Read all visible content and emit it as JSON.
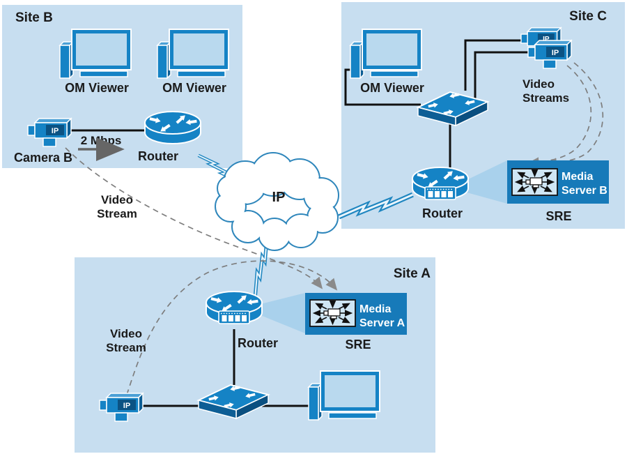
{
  "ip_badge": "IP",
  "cloud": {
    "label": "IP"
  },
  "site_b": {
    "title": "Site B",
    "viewer1_label": "OM Viewer",
    "viewer2_label": "OM Viewer",
    "camera_label": "Camera B",
    "bandwidth_label": "2 Mbps",
    "router_label": "Router",
    "stream_label_line1": "Video",
    "stream_label_line2": "Stream"
  },
  "site_c": {
    "title": "Site C",
    "viewer_label": "OM Viewer",
    "streams_label_line1": "Video",
    "streams_label_line2": "Streams",
    "router_label": "Router",
    "media_server_line1": "Media",
    "media_server_line2": "Server B",
    "sre_label": "SRE"
  },
  "site_a": {
    "title": "Site A",
    "stream_label_line1": "Video",
    "stream_label_line2": "Stream",
    "router_label": "Router",
    "media_server_line1": "Media",
    "media_server_line2": "Server A",
    "sre_label": "SRE"
  },
  "colors": {
    "panel_background": "#c7def0",
    "device_blue": "#1583c5",
    "device_dark": "#0d5e95",
    "device_light": "#4ba0d6",
    "screen_fill": "#b9d9ee",
    "media_server_box": "#177ab9",
    "ip_badge_background": "#0b5283",
    "cloud_outline": "#2e86bb",
    "dashed_stream": "#7d7d7d",
    "bandwidth_arrow": "#666666",
    "link_line": "#111111"
  }
}
